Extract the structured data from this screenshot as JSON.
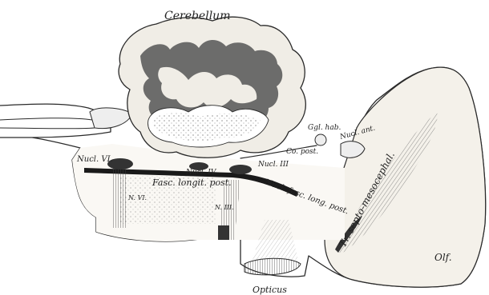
{
  "labels": {
    "cerebellum": "Cerebellum",
    "nucl_vi": "Nucl. VI.",
    "nucl_iv": "Nucl. IV.",
    "nucl_iii": "Nucl. III",
    "fasc_longit_post": "Fasc. longit. post.",
    "nucl_fasc_long_post": "Nucl. fasc. long. post.",
    "co_post": "Co. post.",
    "ggl_hab": "Ggl. hab.",
    "nucl_ant": "Nucl. ant.",
    "tr_septo": "Tr. septo-mesocephal.",
    "n_vi": "N. VI.",
    "n_iii": "N. III.",
    "opticus": "Opticus",
    "olf": "Olf."
  }
}
